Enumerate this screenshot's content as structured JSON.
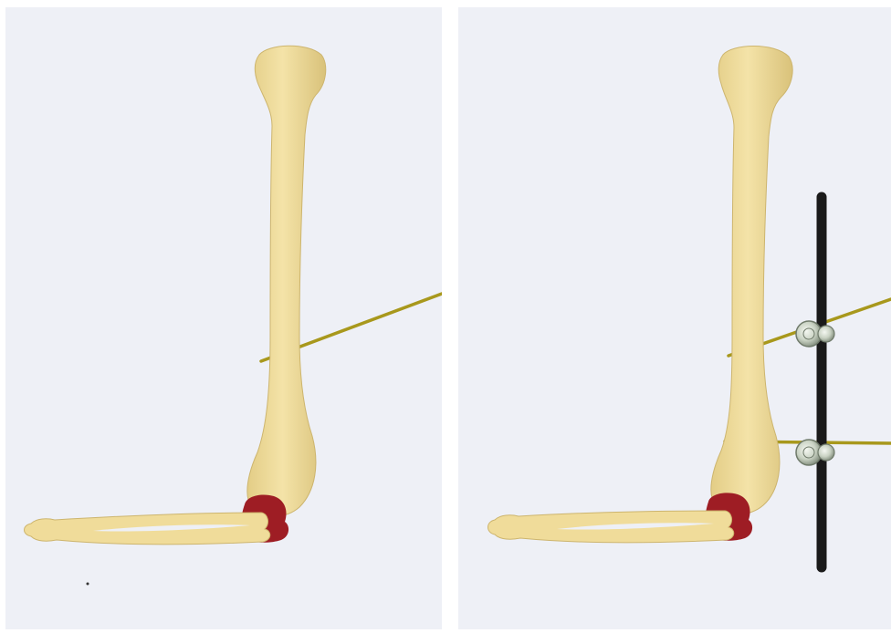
{
  "figure": {
    "panels": [
      {
        "id": "left",
        "shows": "bones-with-pin",
        "fixator_attached": false
      },
      {
        "id": "right",
        "shows": "bones-with-pins-and-external-fixator",
        "fixator_attached": true
      }
    ],
    "colors": {
      "background": "#eef0f6",
      "bone": "#f0dc9a",
      "bone_shade": "#d9c27a",
      "cartilage": "#9e1d24",
      "pin": "#a8981c",
      "rod": "#1a1a1a",
      "clamp": "#c9d2c3"
    }
  }
}
